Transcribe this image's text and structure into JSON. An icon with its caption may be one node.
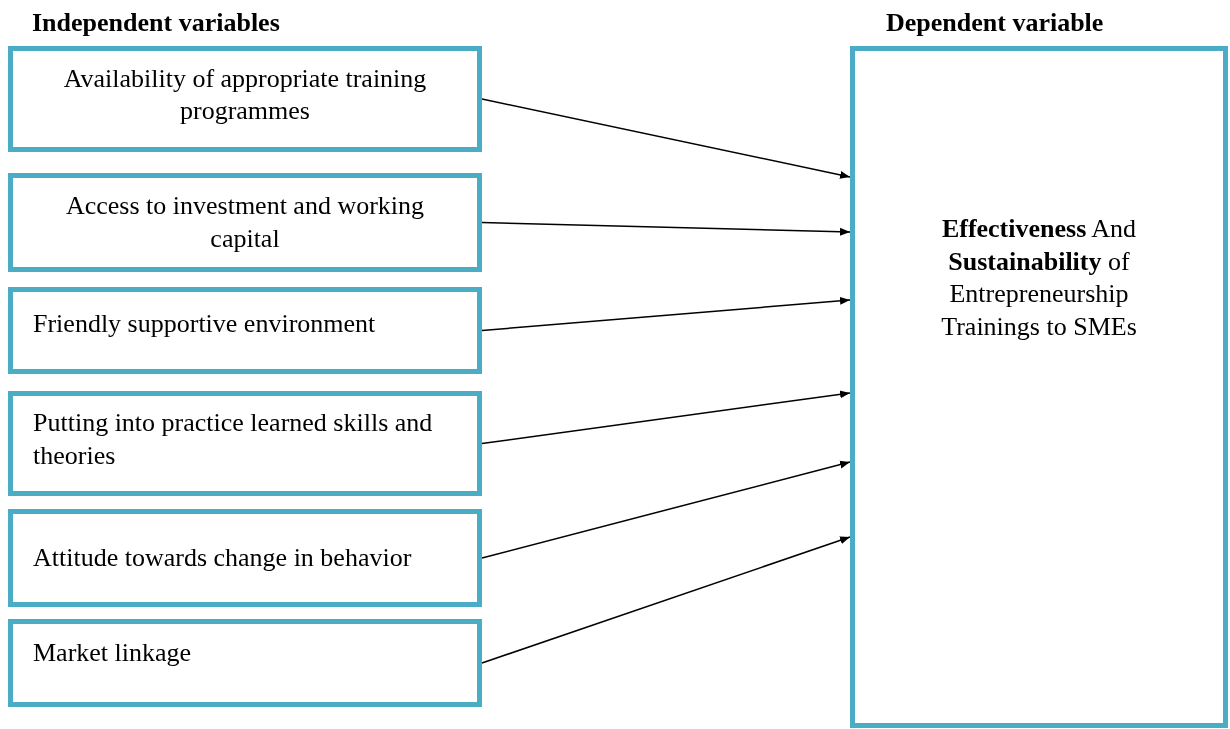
{
  "diagram": {
    "nodes": [
      {
        "text": [
          "Availability of appropriate training programmes"
        ]
      },
      {
        "text": [
          "Access to investment and working capital"
        ]
      },
      {
        "text": [
          "Friendly supportive environment"
        ]
      },
      {
        "text": [
          "Putting into practice learned skills and theories"
        ]
      },
      {
        "text": [
          "Attitude towards change in behavior"
        ]
      },
      {
        "text": [
          "Market linkage"
        ]
      },
      {
        "text": [
          "**Effectiveness** And **Sustainability** of Entrepreneurship Trainings to SMEs"
        ]
      }
    ],
    "edges": [
      {
        "from": 0,
        "to": 6,
        "arrow": "to"
      },
      {
        "from": 1,
        "to": 6,
        "arrow": "to"
      },
      {
        "from": 2,
        "to": 6,
        "arrow": "to"
      },
      {
        "from": 3,
        "to": 6,
        "arrow": "to"
      },
      {
        "from": 4,
        "to": 6,
        "arrow": "to"
      },
      {
        "from": 5,
        "to": 6,
        "arrow": "to"
      }
    ],
    "labels": [
      "Independent variables",
      "Dependent variable"
    ]
  }
}
